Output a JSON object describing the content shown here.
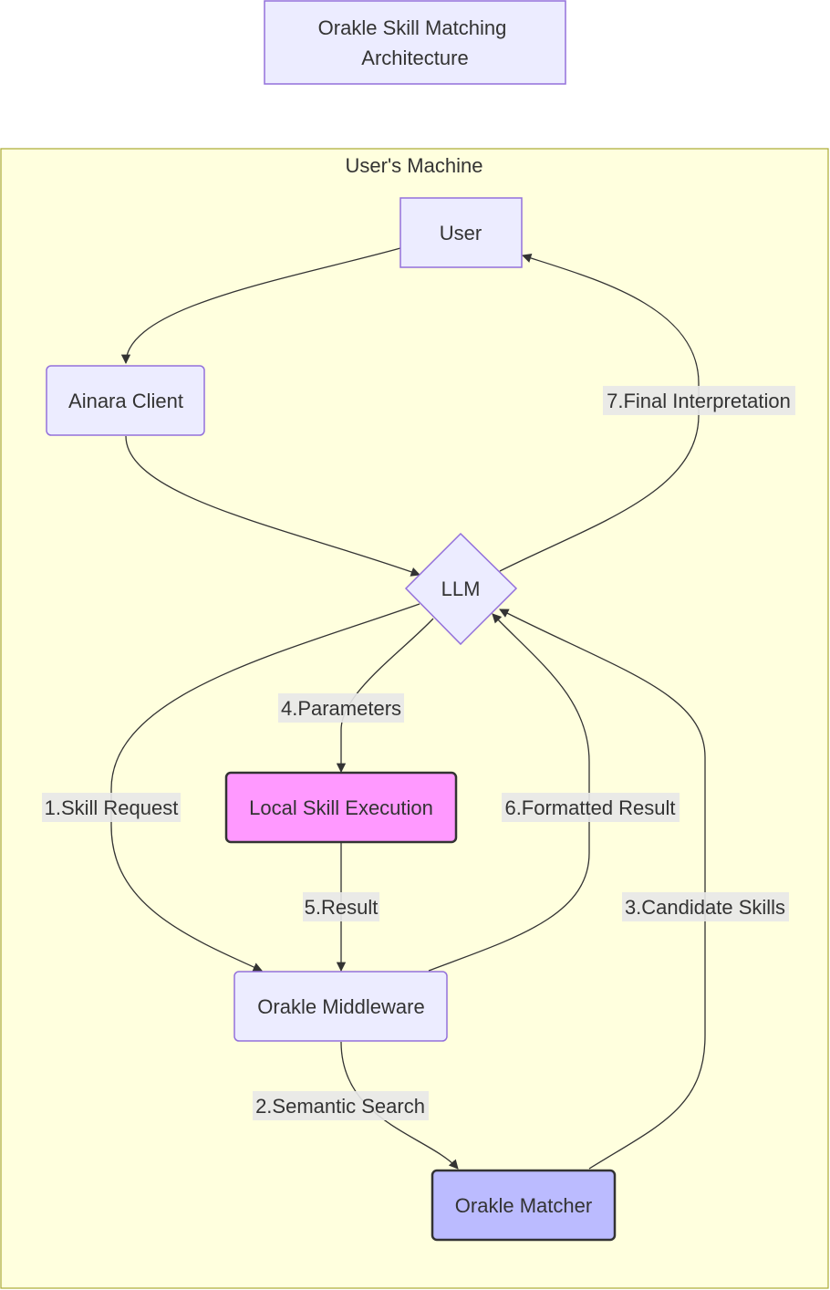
{
  "title": {
    "line1": "Orakle Skill Matching",
    "line2": "Architecture"
  },
  "cluster": {
    "label": "User's Machine"
  },
  "nodes": {
    "user": "User",
    "client": "Ainara Client",
    "llm": "LLM",
    "local": "Local Skill Execution",
    "middleware": "Orakle Middleware",
    "matcher": "Orakle Matcher"
  },
  "edges": {
    "skill_request": "1.Skill Request",
    "semantic_search": "2.Semantic Search",
    "candidate_skills": "3.Candidate Skills",
    "parameters": "4.Parameters",
    "result": "5.Result",
    "formatted_result": "6.Formatted Result",
    "final_interpretation": "7.Final Interpretation"
  },
  "colors": {
    "default_node_fill": "#ECECFF",
    "default_node_stroke": "#9370DB",
    "cluster_fill": "#FFFFDE",
    "cluster_stroke": "#AAAA33",
    "local_fill": "#FF99FF",
    "matcher_fill": "#BBBBFF",
    "edge_label_bg": "#E8E8E8",
    "edge_stroke": "#333333"
  }
}
